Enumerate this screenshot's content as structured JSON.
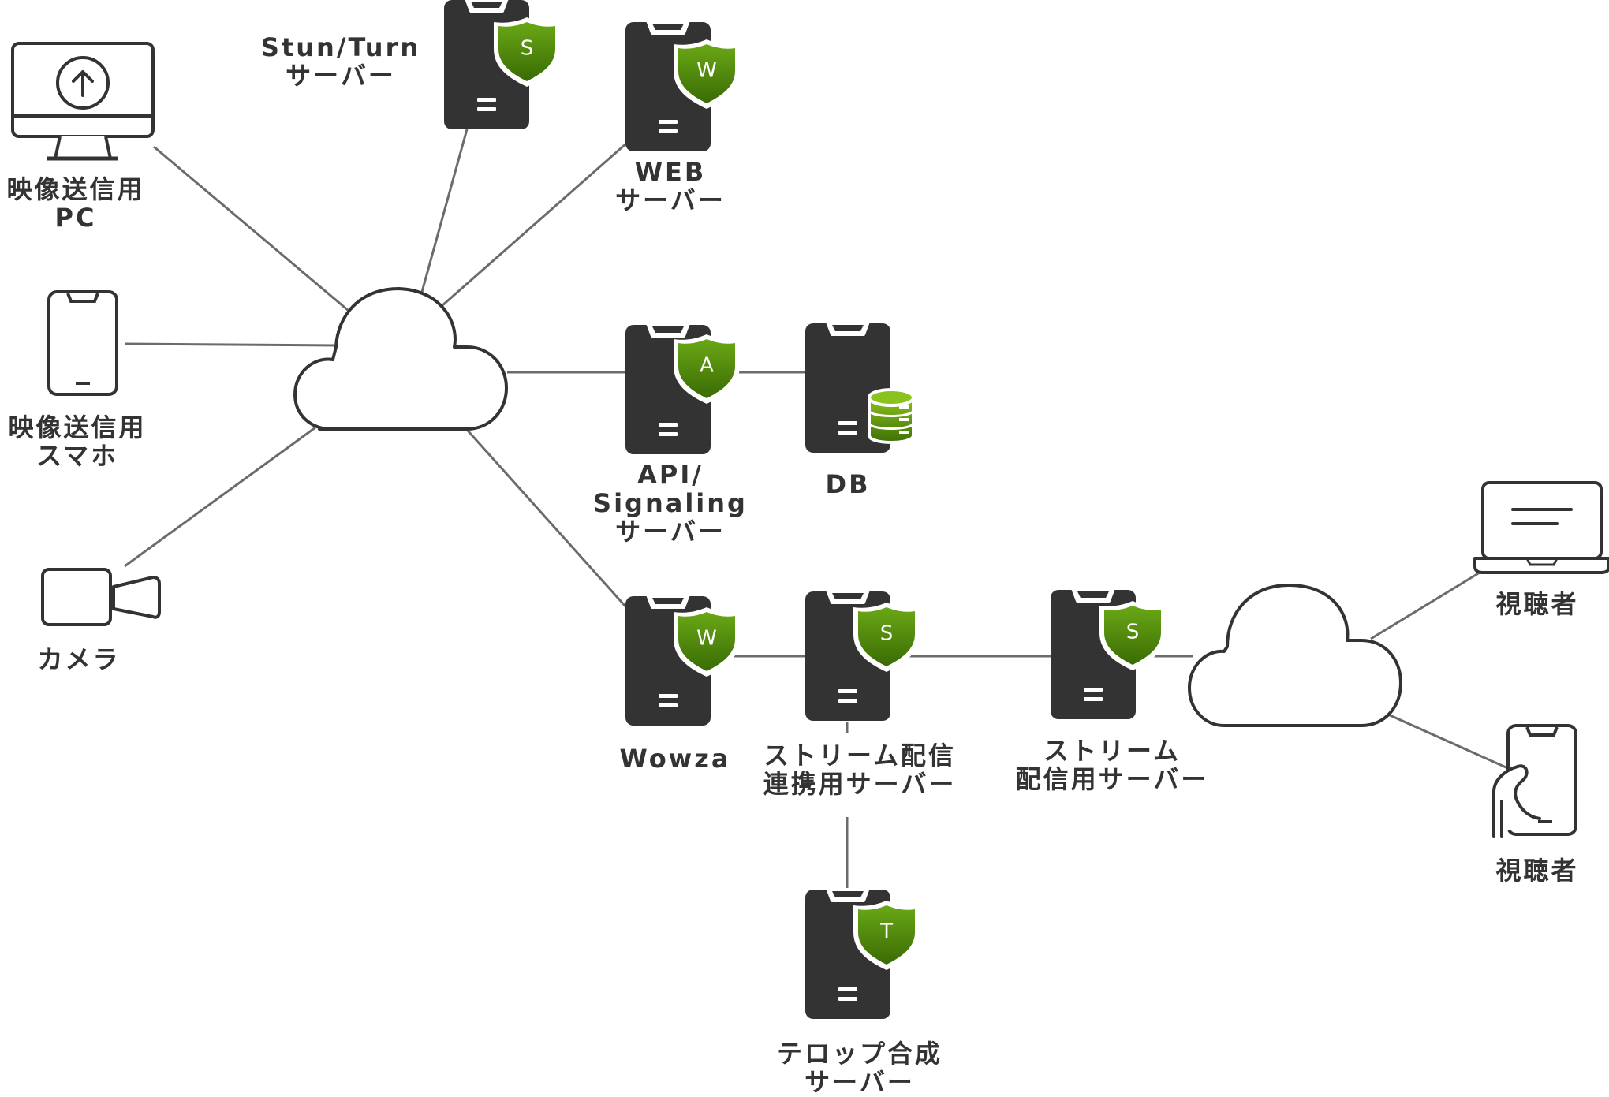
{
  "colors": {
    "server": "#333333",
    "line": "#6b6b6b",
    "shield_light": "#5f9e12",
    "shield_dark": "#3c6f05",
    "badge_text": "#ffffff"
  },
  "labels": {
    "pc": [
      "映像送信用",
      "PC"
    ],
    "phone_sender": [
      "映像送信用",
      "スマホ"
    ],
    "camera": [
      "カメラ"
    ],
    "stun": [
      "Stun/Turn",
      "サーバー"
    ],
    "web": [
      "WEB",
      "サーバー"
    ],
    "api": [
      "API/",
      "Signaling",
      "サーバー"
    ],
    "db": [
      "DB"
    ],
    "wowza": [
      "Wowza"
    ],
    "stream_link": [
      "ストリーム配信",
      "連携用サーバー"
    ],
    "stream_dist": [
      "ストリーム",
      "配信用サーバー"
    ],
    "telop": [
      "テロップ合成",
      "サーバー"
    ],
    "viewer_laptop": [
      "視聴者"
    ],
    "viewer_phone": [
      "視聴者"
    ]
  },
  "badges": {
    "stun": "S",
    "web": "W",
    "api": "A",
    "wowza": "W",
    "stream_link": "S",
    "stream_dist": "S",
    "telop": "T"
  },
  "icons": {
    "pc": "monitor-upload-icon",
    "phone_sender": "smartphone-icon",
    "camera": "video-camera-icon",
    "cloud": "cloud-icon",
    "server": "server-icon",
    "shield": "shield-icon",
    "db": "database-icon",
    "laptop": "laptop-icon",
    "phone_hand": "phone-in-hand-icon"
  }
}
